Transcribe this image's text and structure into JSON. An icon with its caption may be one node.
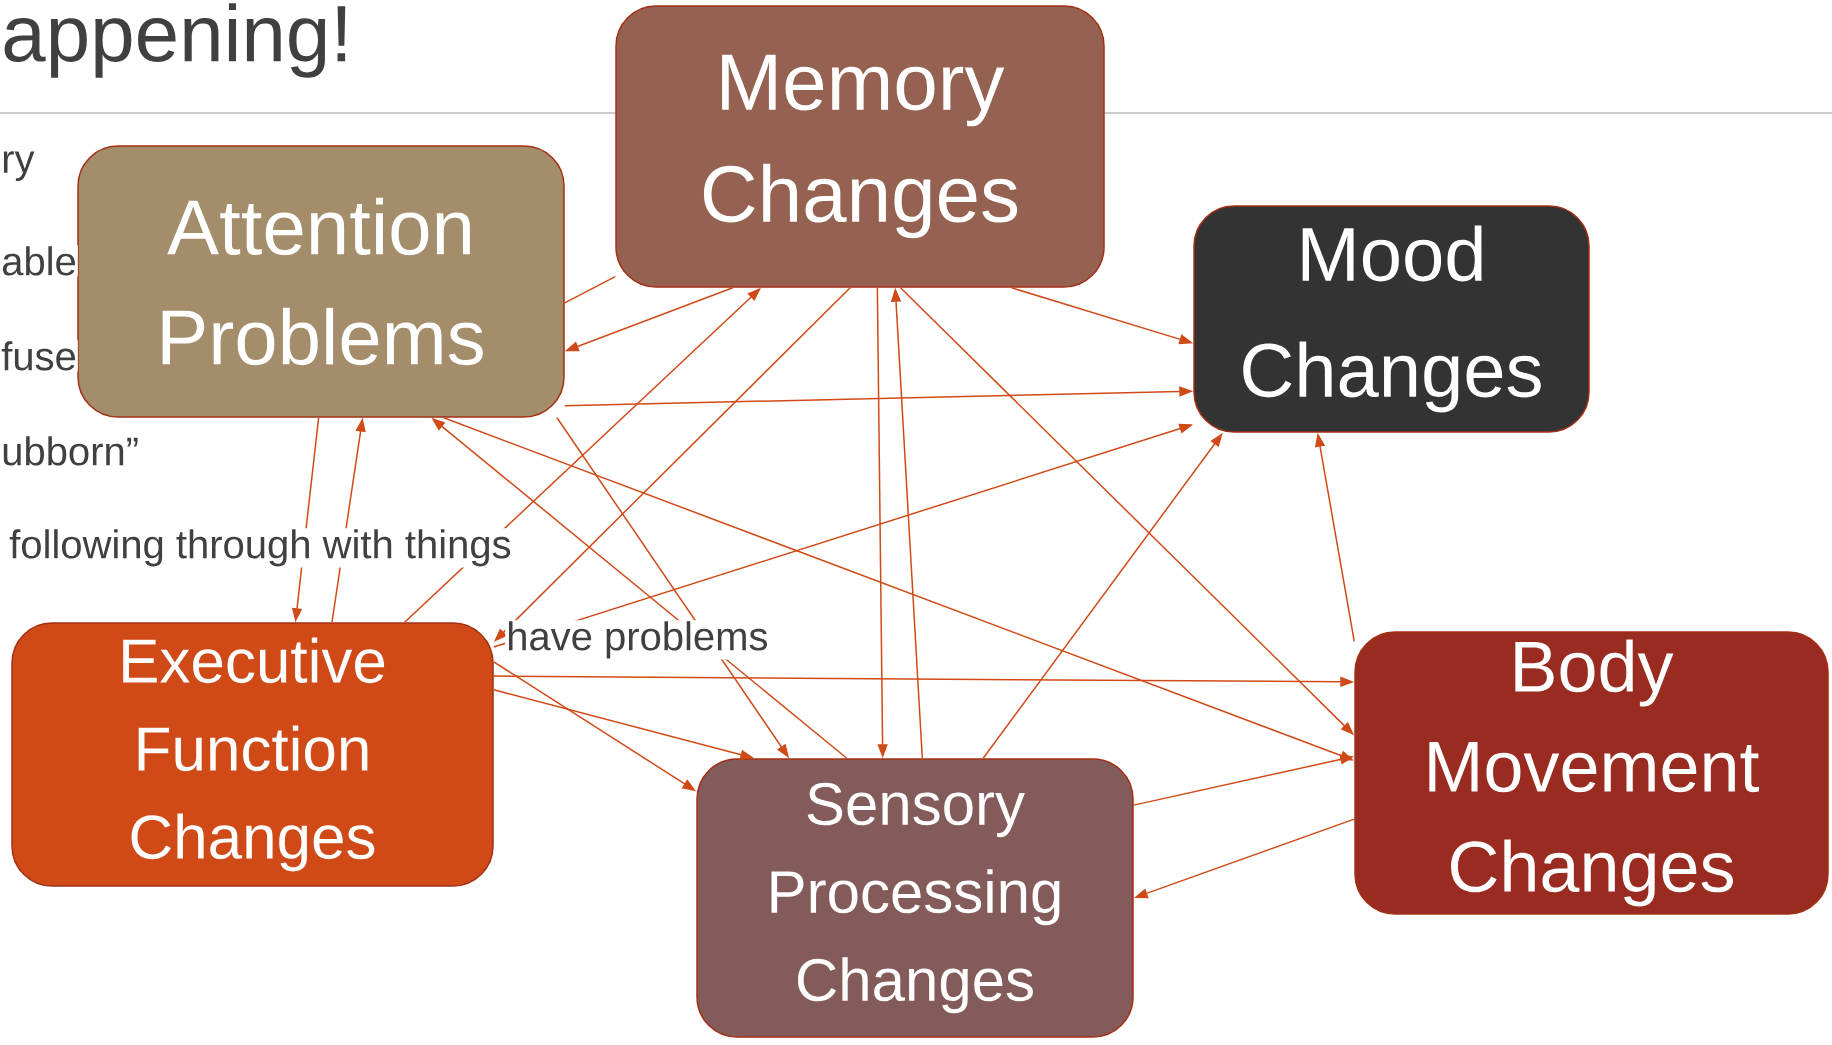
{
  "diagram": {
    "nodes": [
      {
        "text": [
          "Attention Problems"
        ]
      },
      {
        "text": [
          "Memory Changes"
        ]
      },
      {
        "text": [
          "Mood Changes"
        ]
      },
      {
        "text": [
          "Executive Function Changes"
        ]
      },
      {
        "text": [
          "Sensory Processing Changes"
        ]
      },
      {
        "text": [
          "Body Movement Changes"
        ]
      }
    ],
    "edges": [
      {
        "from": 0,
        "to": 1,
        "arrow": "none"
      },
      {
        "from": 1,
        "to": 0,
        "arrow": "to"
      },
      {
        "from": 3,
        "to": 1,
        "arrow": "to"
      },
      {
        "from": 1,
        "to": 3,
        "arrow": "to"
      },
      {
        "from": 1,
        "to": 4,
        "arrow": "to"
      },
      {
        "from": 4,
        "to": 1,
        "arrow": "to"
      },
      {
        "from": 1,
        "to": 5,
        "arrow": "to"
      },
      {
        "from": 1,
        "to": 2,
        "arrow": "to"
      },
      {
        "from": 0,
        "to": 2,
        "arrow": "to"
      },
      {
        "from": 0,
        "to": 3,
        "arrow": "to"
      },
      {
        "from": 3,
        "to": 0,
        "arrow": "to"
      },
      {
        "from": 0,
        "to": 4,
        "arrow": "to"
      },
      {
        "from": 4,
        "to": 0,
        "arrow": "to"
      },
      {
        "from": 0,
        "to": 5,
        "arrow": "to"
      },
      {
        "from": 3,
        "to": 2,
        "arrow": "to"
      },
      {
        "from": 3,
        "to": 4,
        "arrow": "to"
      },
      {
        "from": 3,
        "to": 4,
        "arrow": "to"
      },
      {
        "from": 3,
        "to": 5,
        "arrow": "to"
      },
      {
        "from": 4,
        "to": 2,
        "arrow": "to"
      },
      {
        "from": 4,
        "to": 5,
        "arrow": "to"
      },
      {
        "from": 5,
        "to": 4,
        "arrow": "to"
      },
      {
        "from": 5,
        "to": 2,
        "arrow": "to"
      }
    ],
    "labels": [
      "appening!",
      "ry",
      "able",
      "fuse",
      "ubborn”",
      "following through with things",
      "have problems"
    ]
  }
}
